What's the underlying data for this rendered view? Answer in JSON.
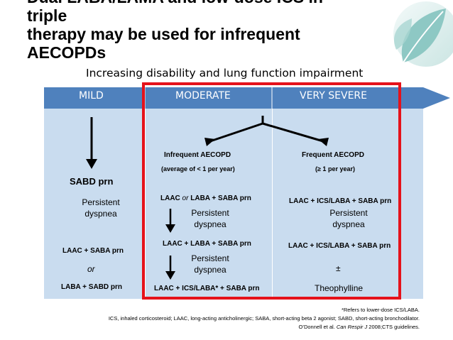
{
  "title": {
    "line1": "Dual LABA/LAMA and low-dose ICS in",
    "line2": "triple",
    "line3": "therapy may be used for infrequent",
    "line4": "AECOPDs"
  },
  "subtitle": "Increasing disability and lung function impairment",
  "stages": {
    "mild": "MILD",
    "moderate": "MODERATE",
    "very_severe": "VERY SEVERE"
  },
  "mild": {
    "sabd": "SABD prn",
    "persistent1": "Persistent",
    "persistent2": "dyspnea",
    "option1": "LAAC + SABA prn",
    "or": "or",
    "option2": "LABA + SABD prn"
  },
  "moderate": {
    "heading": "Infrequent AECOPD",
    "subheading": "(average of < 1 per year)",
    "step1_a": "LAAC",
    "step1_or": " or ",
    "step1_b": "LABA + SABA prn",
    "persistent1": "Persistent",
    "persistent2": "dyspnea",
    "step2": "LAAC + LABA + SABA prn",
    "persistent3": "Persistent",
    "persistent4": "dyspnea",
    "step3": "LAAC + ICS/LABA* + SABA prn"
  },
  "very_severe": {
    "heading": "Frequent AECOPD",
    "subheading": "(≥ 1 per year)",
    "step1": "LAAC + ICS/LABA + SABA prn",
    "persistent1": "Persistent",
    "persistent2": "dyspnea",
    "step2": "LAAC + ICS/LABA + SABA prn",
    "plusminus": "±",
    "step3": "Theophylline"
  },
  "footnotes": {
    "refers": "*Refers to lower-dose ICS/LABA.",
    "abbrev": "ICS, inhaled corticosteroid; LAAC, long-acting anticholinergic; SABA, short-acting beta 2 agonist; SABD, short-acting bronchodilator.",
    "citation_pre": "O’Donnell et al. ",
    "citation_journal": "Can Respir J",
    "citation_post": " 2008;CTS guidelines."
  },
  "colors": {
    "panel": "#c9dcef",
    "arrowbar": "#4f81bd",
    "red_border": "#e5121b"
  }
}
